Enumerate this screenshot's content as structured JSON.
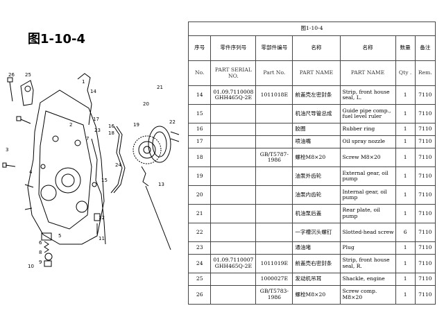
{
  "figure_label": "图1-10-4",
  "table": {
    "caption": "图1-10-4",
    "headers_zh": [
      "序号",
      "零件序列号",
      "零部件编号",
      "名称",
      "名称",
      "数量",
      "备注"
    ],
    "headers_en": [
      "No.",
      "PART SERIAL NO.",
      "Part No.",
      "PART NAME",
      "PART NAME",
      "Qty .",
      "Rem."
    ],
    "rows": [
      {
        "no": "14",
        "serial": "01.09.7110008 GHH465Q-2E",
        "part_no": "1011018E",
        "name_zh": "前盖壳左密封条",
        "name_en": "Strip, front house seal, L.",
        "qty": "1",
        "rem": "7110"
      },
      {
        "no": "15",
        "serial": "",
        "part_no": "",
        "name_zh": "机油尺导管总成",
        "name_en": "Guide pipe comp., fuel level ruler",
        "qty": "1",
        "rem": "7110"
      },
      {
        "no": "16",
        "serial": "",
        "part_no": "",
        "name_zh": "胶圈",
        "name_en": "Rubber ring",
        "qty": "1",
        "rem": "7110"
      },
      {
        "no": "17",
        "serial": "",
        "part_no": "",
        "name_zh": "喷油嘴",
        "name_en": "Oil spray nozzle",
        "qty": "1",
        "rem": "7110"
      },
      {
        "no": "18",
        "serial": "",
        "part_no": "GB/T5787-1986",
        "name_zh": "螺栓M8×20",
        "name_en": "Screw M8×20",
        "qty": "1",
        "rem": "7110"
      },
      {
        "no": "19",
        "serial": "",
        "part_no": "",
        "name_zh": "油泵外齿轮",
        "name_en": "External gear, oil pump",
        "qty": "1",
        "rem": "7110"
      },
      {
        "no": "20",
        "serial": "",
        "part_no": "",
        "name_zh": "油泵内齿轮",
        "name_en": "Internal gear, oil pump",
        "qty": "1",
        "rem": "7110"
      },
      {
        "no": "21",
        "serial": "",
        "part_no": "",
        "name_zh": "机油泵后盖",
        "name_en": "Rear plate, oil pump",
        "qty": "1",
        "rem": "7110"
      },
      {
        "no": "22",
        "serial": "",
        "part_no": "",
        "name_zh": "一字槽沉头螺钉",
        "name_en": "Slotted-head screw",
        "qty": "6",
        "rem": "7110"
      },
      {
        "no": "23",
        "serial": "",
        "part_no": "",
        "name_zh": "通油堵",
        "name_en": "Plug",
        "qty": "1",
        "rem": "7110"
      },
      {
        "no": "24",
        "serial": "01.09.7110007 GHH465Q-2E",
        "part_no": "1011019E",
        "name_zh": "前盖壳右密封条",
        "name_en": "Strip, front house seal, R.",
        "qty": "1",
        "rem": "7110"
      },
      {
        "no": "25",
        "serial": "",
        "part_no": "1000027E",
        "name_zh": "发动机吊耳",
        "name_en": "Shackle, engine",
        "qty": "1",
        "rem": "7110"
      },
      {
        "no": "26",
        "serial": "",
        "part_no": "GB/T5783-1986",
        "name_zh": "螺栓M8×20",
        "name_en": "Screw comp. M8×20",
        "qty": "1",
        "rem": "7110"
      }
    ]
  },
  "diagram_callouts": [
    "26",
    "25",
    "1",
    "2",
    "3",
    "4",
    "5",
    "6",
    "7",
    "8",
    "9",
    "10",
    "11",
    "12",
    "13",
    "14",
    "15",
    "16",
    "17",
    "18",
    "19",
    "20",
    "21",
    "22",
    "23",
    "24"
  ],
  "colors": {
    "ink": "#000000",
    "grid": "#444444",
    "background": "#ffffff"
  }
}
